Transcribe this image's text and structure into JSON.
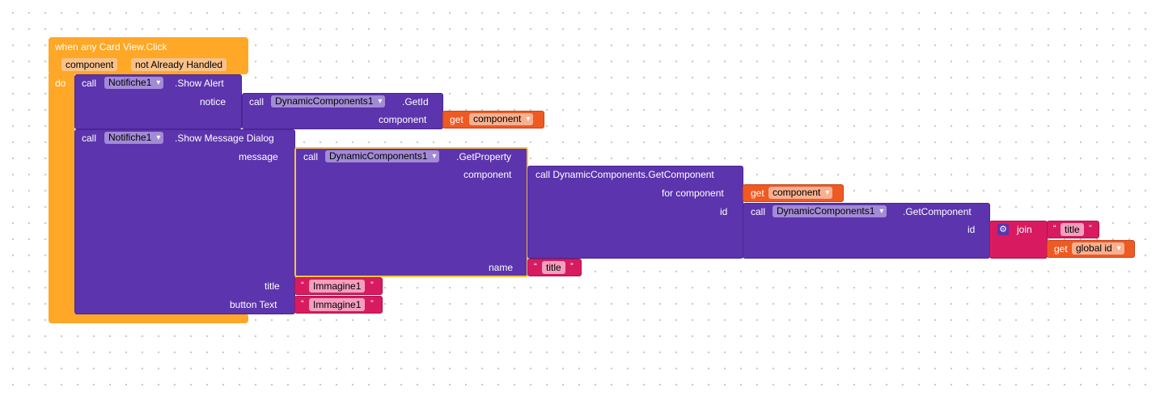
{
  "event": {
    "title": "when any Card View.Click",
    "param1": "component",
    "param2": "not Already Handled",
    "do": "do"
  },
  "alert": {
    "call": "call",
    "component": "Notifiche1",
    "method": ".Show Alert",
    "notice": "notice"
  },
  "getid": {
    "call": "call",
    "component": "DynamicComponents1",
    "method": ".GetId",
    "arg": "component",
    "get": "get",
    "var": "component"
  },
  "dialog": {
    "call": "call",
    "component": "Notifiche1",
    "method": ".Show Message Dialog",
    "message": "message",
    "title": "title",
    "button_text": "button Text",
    "title_value": "Immagine1",
    "button_value": "Immagine1"
  },
  "getprop": {
    "call": "call",
    "component": "DynamicComponents1",
    "method": ".GetProperty",
    "arg_component": "component",
    "arg_name": "name",
    "name_value": "title"
  },
  "getcomp_generic": {
    "label": "call DynamicComponents.GetComponent",
    "for_component": "for component",
    "get": "get",
    "var": "component",
    "id": "id"
  },
  "getcomp": {
    "call": "call",
    "component": "DynamicComponents1",
    "method": ".GetComponent",
    "id": "id"
  },
  "join": {
    "label": "join",
    "text_value": "title",
    "get": "get",
    "var": "global id",
    "gear_icon": "gear-icon"
  },
  "quotes": {
    "open": "“",
    "close": "”"
  }
}
